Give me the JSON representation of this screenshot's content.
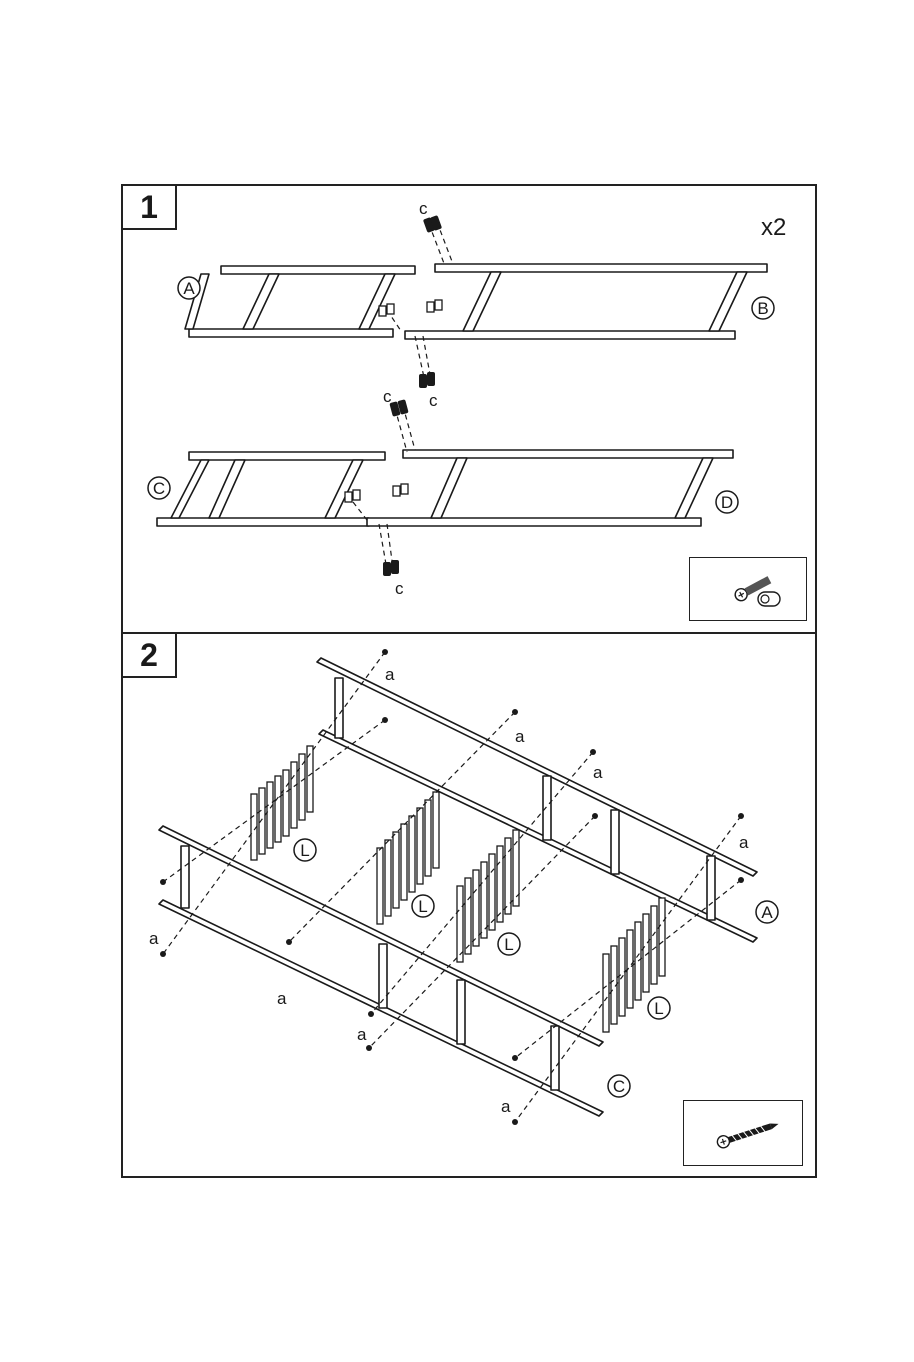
{
  "steps": [
    {
      "number": "1",
      "multiplier": "x2",
      "part_labels": [
        "A",
        "B",
        "C",
        "D"
      ],
      "hardware_label": "c",
      "hardware_icon": "bolt-and-barrel-nut-icon"
    },
    {
      "number": "2",
      "part_labels": [
        "A",
        "C",
        "L"
      ],
      "hardware_label": "a",
      "hardware_icon": "wood-screw-icon"
    }
  ]
}
